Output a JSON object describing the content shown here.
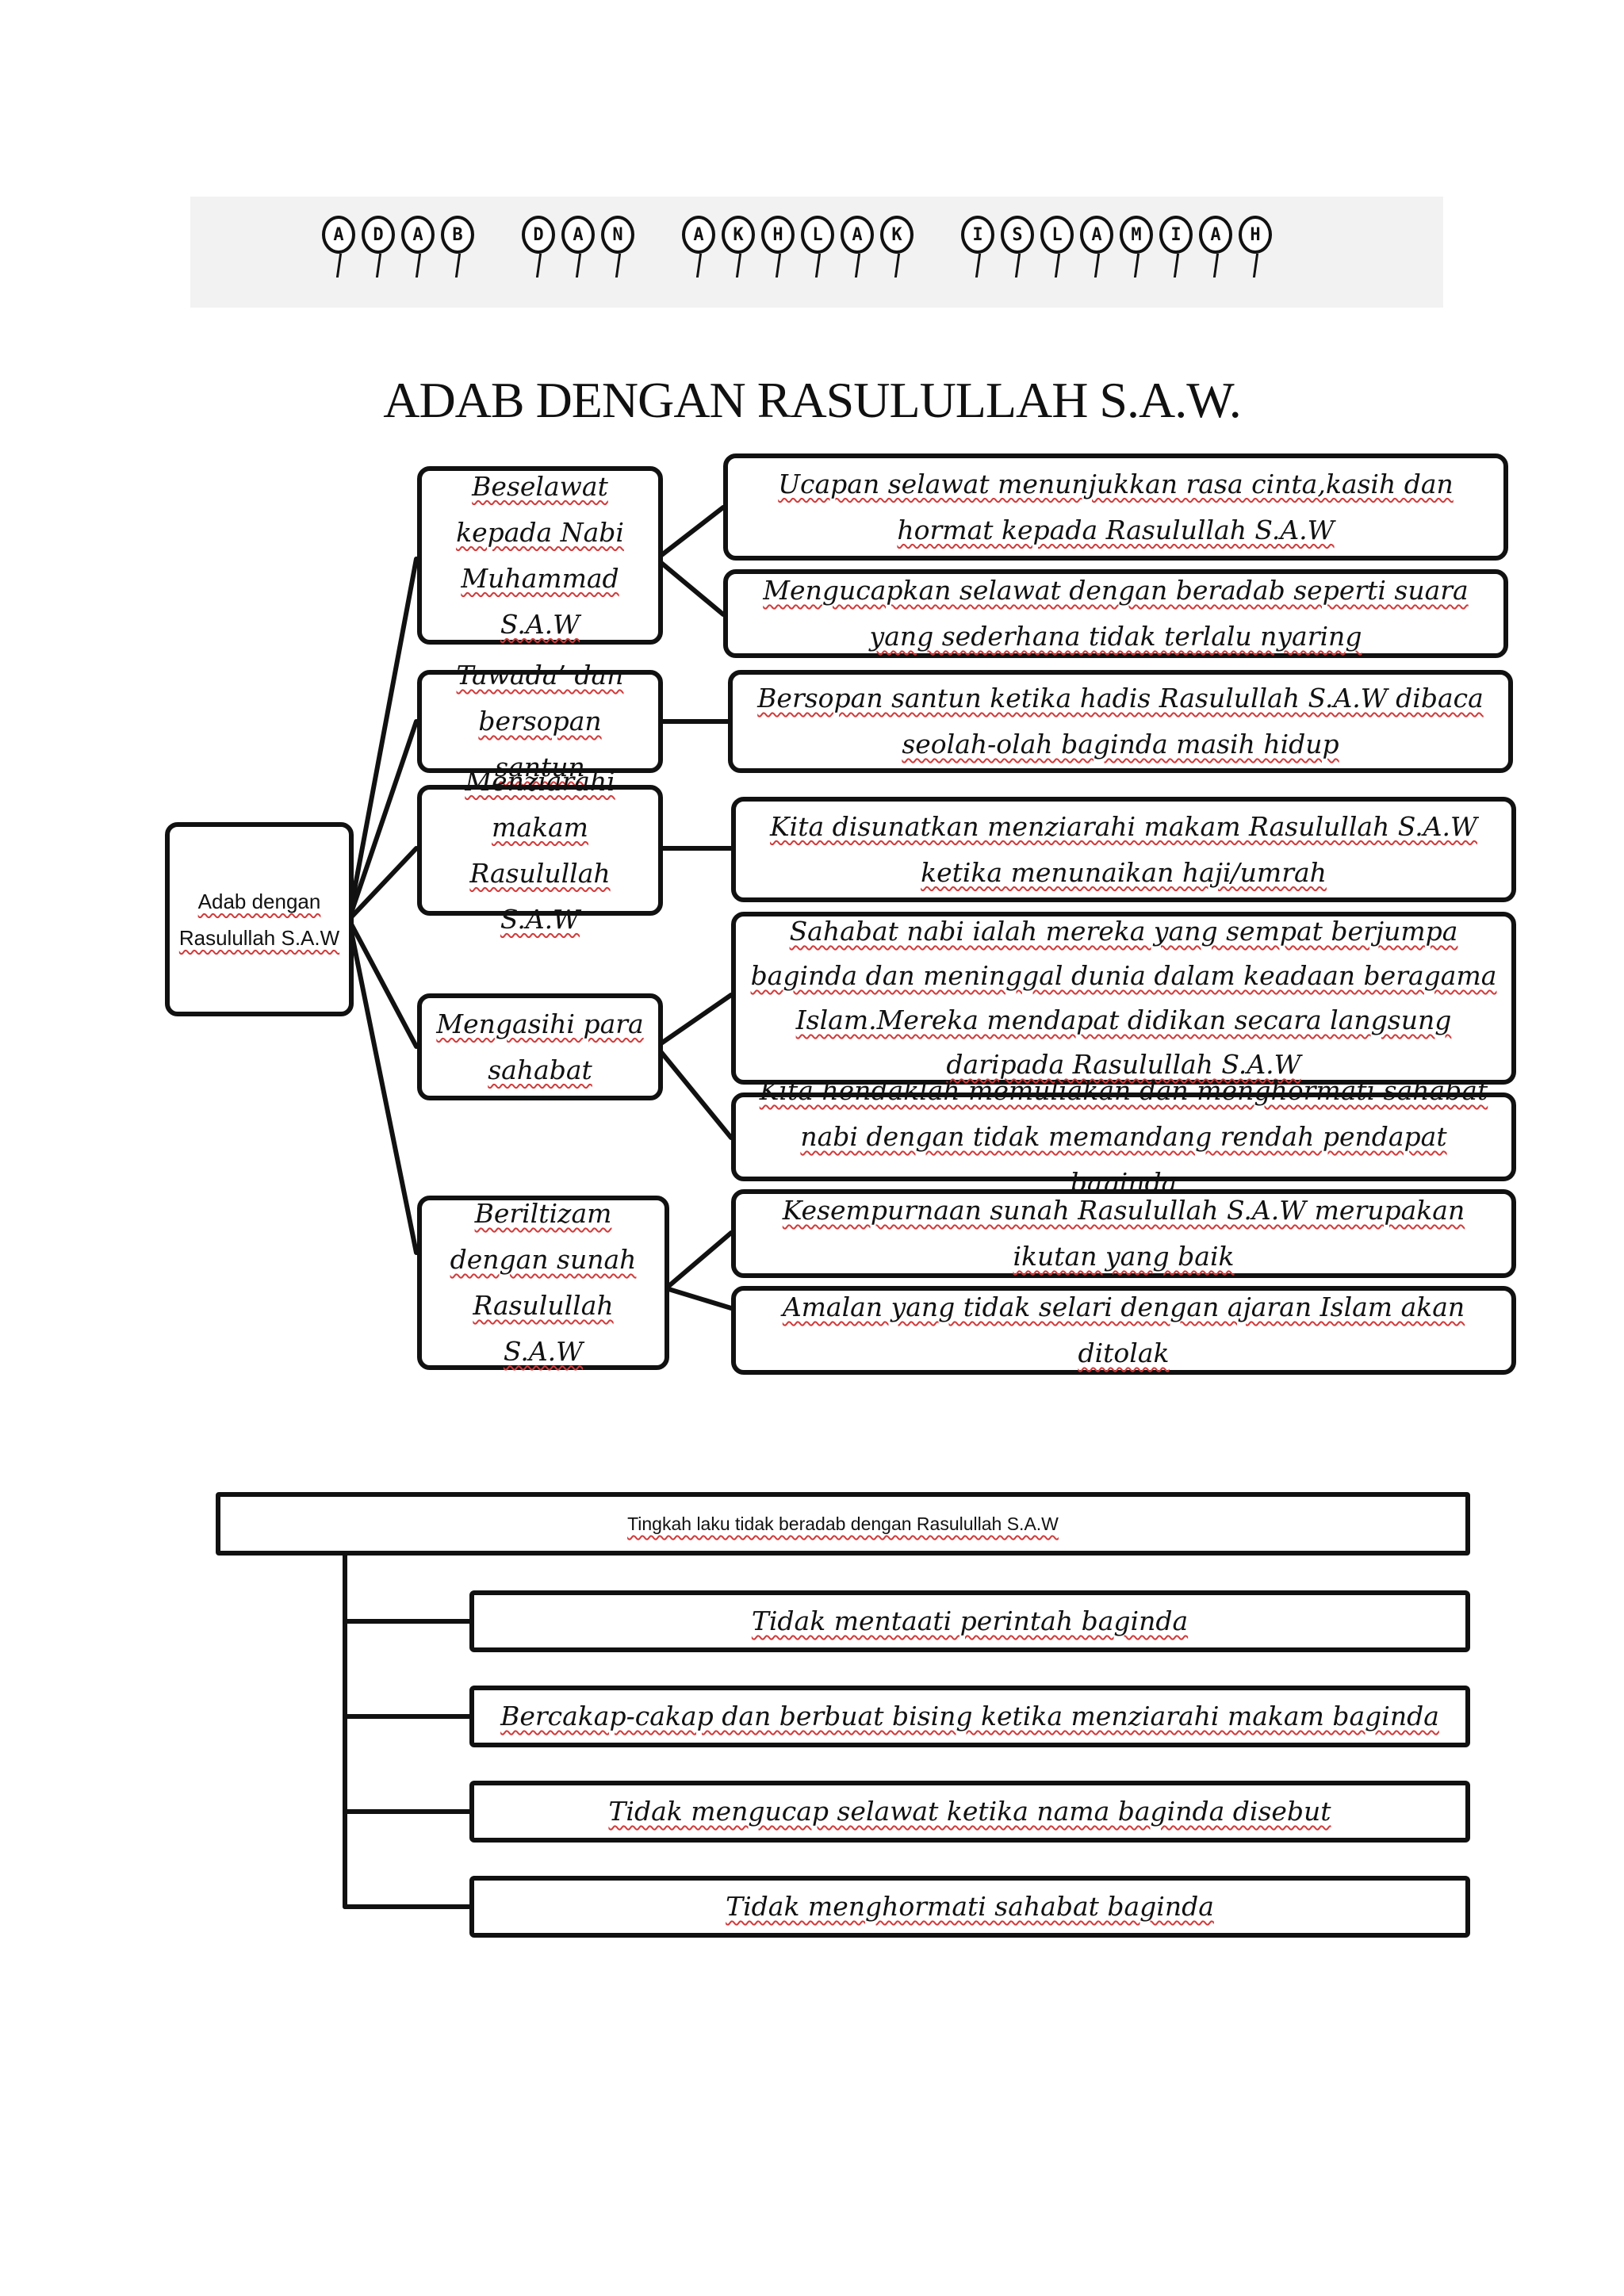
{
  "banner": {
    "words": [
      [
        "A",
        "D",
        "A",
        "B"
      ],
      [
        "D",
        "A",
        "N"
      ],
      [
        "A",
        "K",
        "H",
        "L",
        "A",
        "K"
      ],
      [
        "I",
        "S",
        "L",
        "A",
        "M",
        "I",
        "A",
        "H"
      ]
    ]
  },
  "title": "ADAB DENGAN RASULULLAH S.A.W.",
  "diagram1": {
    "root": "Adab dengan Rasulullah S.A.W",
    "branches": [
      {
        "label": "Beselawat kepada Nabi Muhammad S.A.W",
        "details": [
          "Ucapan selawat menunjukkan rasa cinta,kasih dan hormat kepada Rasulullah S.A.W",
          "Mengucapkan selawat dengan beradab seperti suara yang sederhana tidak terlalu nyaring"
        ]
      },
      {
        "label": "Tawada’ dan bersopan santun",
        "details": [
          "Bersopan santun ketika hadis Rasulullah S.A.W dibaca seolah-olah baginda masih hidup"
        ]
      },
      {
        "label": "Menziarahi makam Rasulullah S.A.W",
        "details": [
          "Kita disunatkan menziarahi makam Rasulullah S.A.W ketika menunaikan haji/umrah"
        ]
      },
      {
        "label": "Mengasihi para sahabat",
        "details": [
          "Sahabat nabi ialah mereka yang sempat berjumpa baginda dan meninggal dunia dalam keadaan beragama Islam.Mereka mendapat didikan secara langsung daripada Rasulullah S.A.W",
          "Kita hendaklah memuliakan dan menghormati sahabat nabi dengan tidak memandang rendah pendapat baginda"
        ]
      },
      {
        "label": "Beriltizam dengan sunah Rasulullah S.A.W",
        "details": [
          "Kesempurnaan sunah Rasulullah S.A.W merupakan ikutan yang baik",
          "Amalan yang tidak selari dengan ajaran Islam akan ditolak"
        ]
      }
    ]
  },
  "diagram2": {
    "header": "Tingkah laku tidak beradab dengan Rasulullah S.A.W",
    "items": [
      "Tidak mentaati perintah baginda",
      "Bercakap-cakap dan berbuat bising ketika menziarahi makam baginda",
      "Tidak mengucap selawat ketika nama baginda disebut",
      "Tidak menghormati sahabat baginda"
    ]
  }
}
